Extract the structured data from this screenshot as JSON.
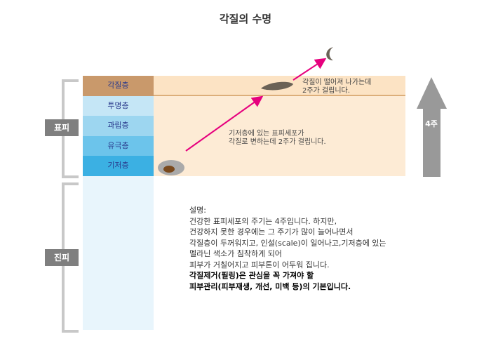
{
  "title": "각질의 수명",
  "epidermis_label": "표피",
  "dermis_label": "진피",
  "layers": [
    "각질층",
    "투명층",
    "과립층",
    "유극층",
    "기저층"
  ],
  "note_top": [
    "각질이 떨어져 나가는데",
    "2주가 걸립니다."
  ],
  "note_mid": [
    "기저층에 있는 표피세포가",
    "각질로 변하는데 2주가 걸립니다."
  ],
  "arrow_label": "4주",
  "description": {
    "heading": "설명:",
    "lines": [
      "건강한 표피세포의 주기는 4주입니다. 하지만,",
      "건강하지 못한 경우에는 그 주기가 많이 늘어나면서",
      "각질층이 두꺼워지고, 인설(scale)이 일어나고,기저층에 있는",
      "멜라닌 색소가 침착하게 되어",
      "피부가 거칠어지고 피부톤이 어두워 집니다."
    ],
    "bold_lines": [
      "각질제거(필링)은 관심을 꼭 가져야 할",
      "피부관리(피부재생, 개선, 미백 등)의 기본입니다."
    ]
  },
  "colors": {
    "accent": "#e6007e",
    "peach": "#fdebd5",
    "arrow": "#999999"
  }
}
